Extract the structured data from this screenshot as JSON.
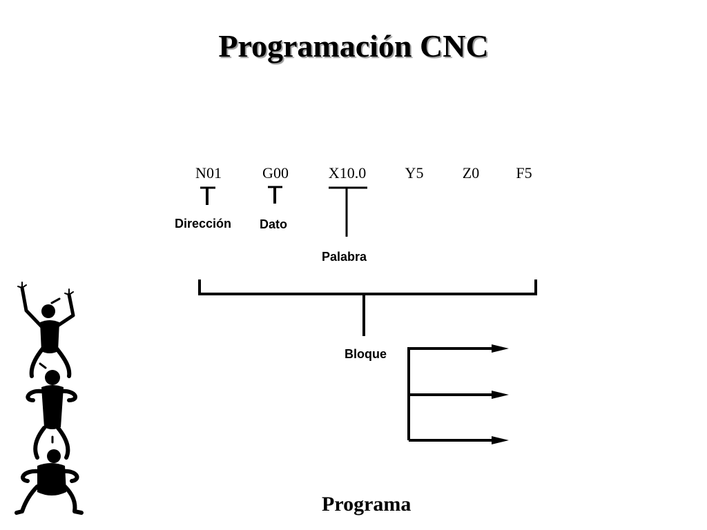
{
  "title": "Programación CNC",
  "block_words": [
    "N01",
    "G00",
    "X10.0",
    "Y5",
    "Z0",
    "F5"
  ],
  "labels": {
    "direccion": "Dirección",
    "dato": "Dato",
    "palabra": "Palabra",
    "bloque": "Bloque",
    "programa": "Programa"
  },
  "illustration": "stacked-people-figures"
}
